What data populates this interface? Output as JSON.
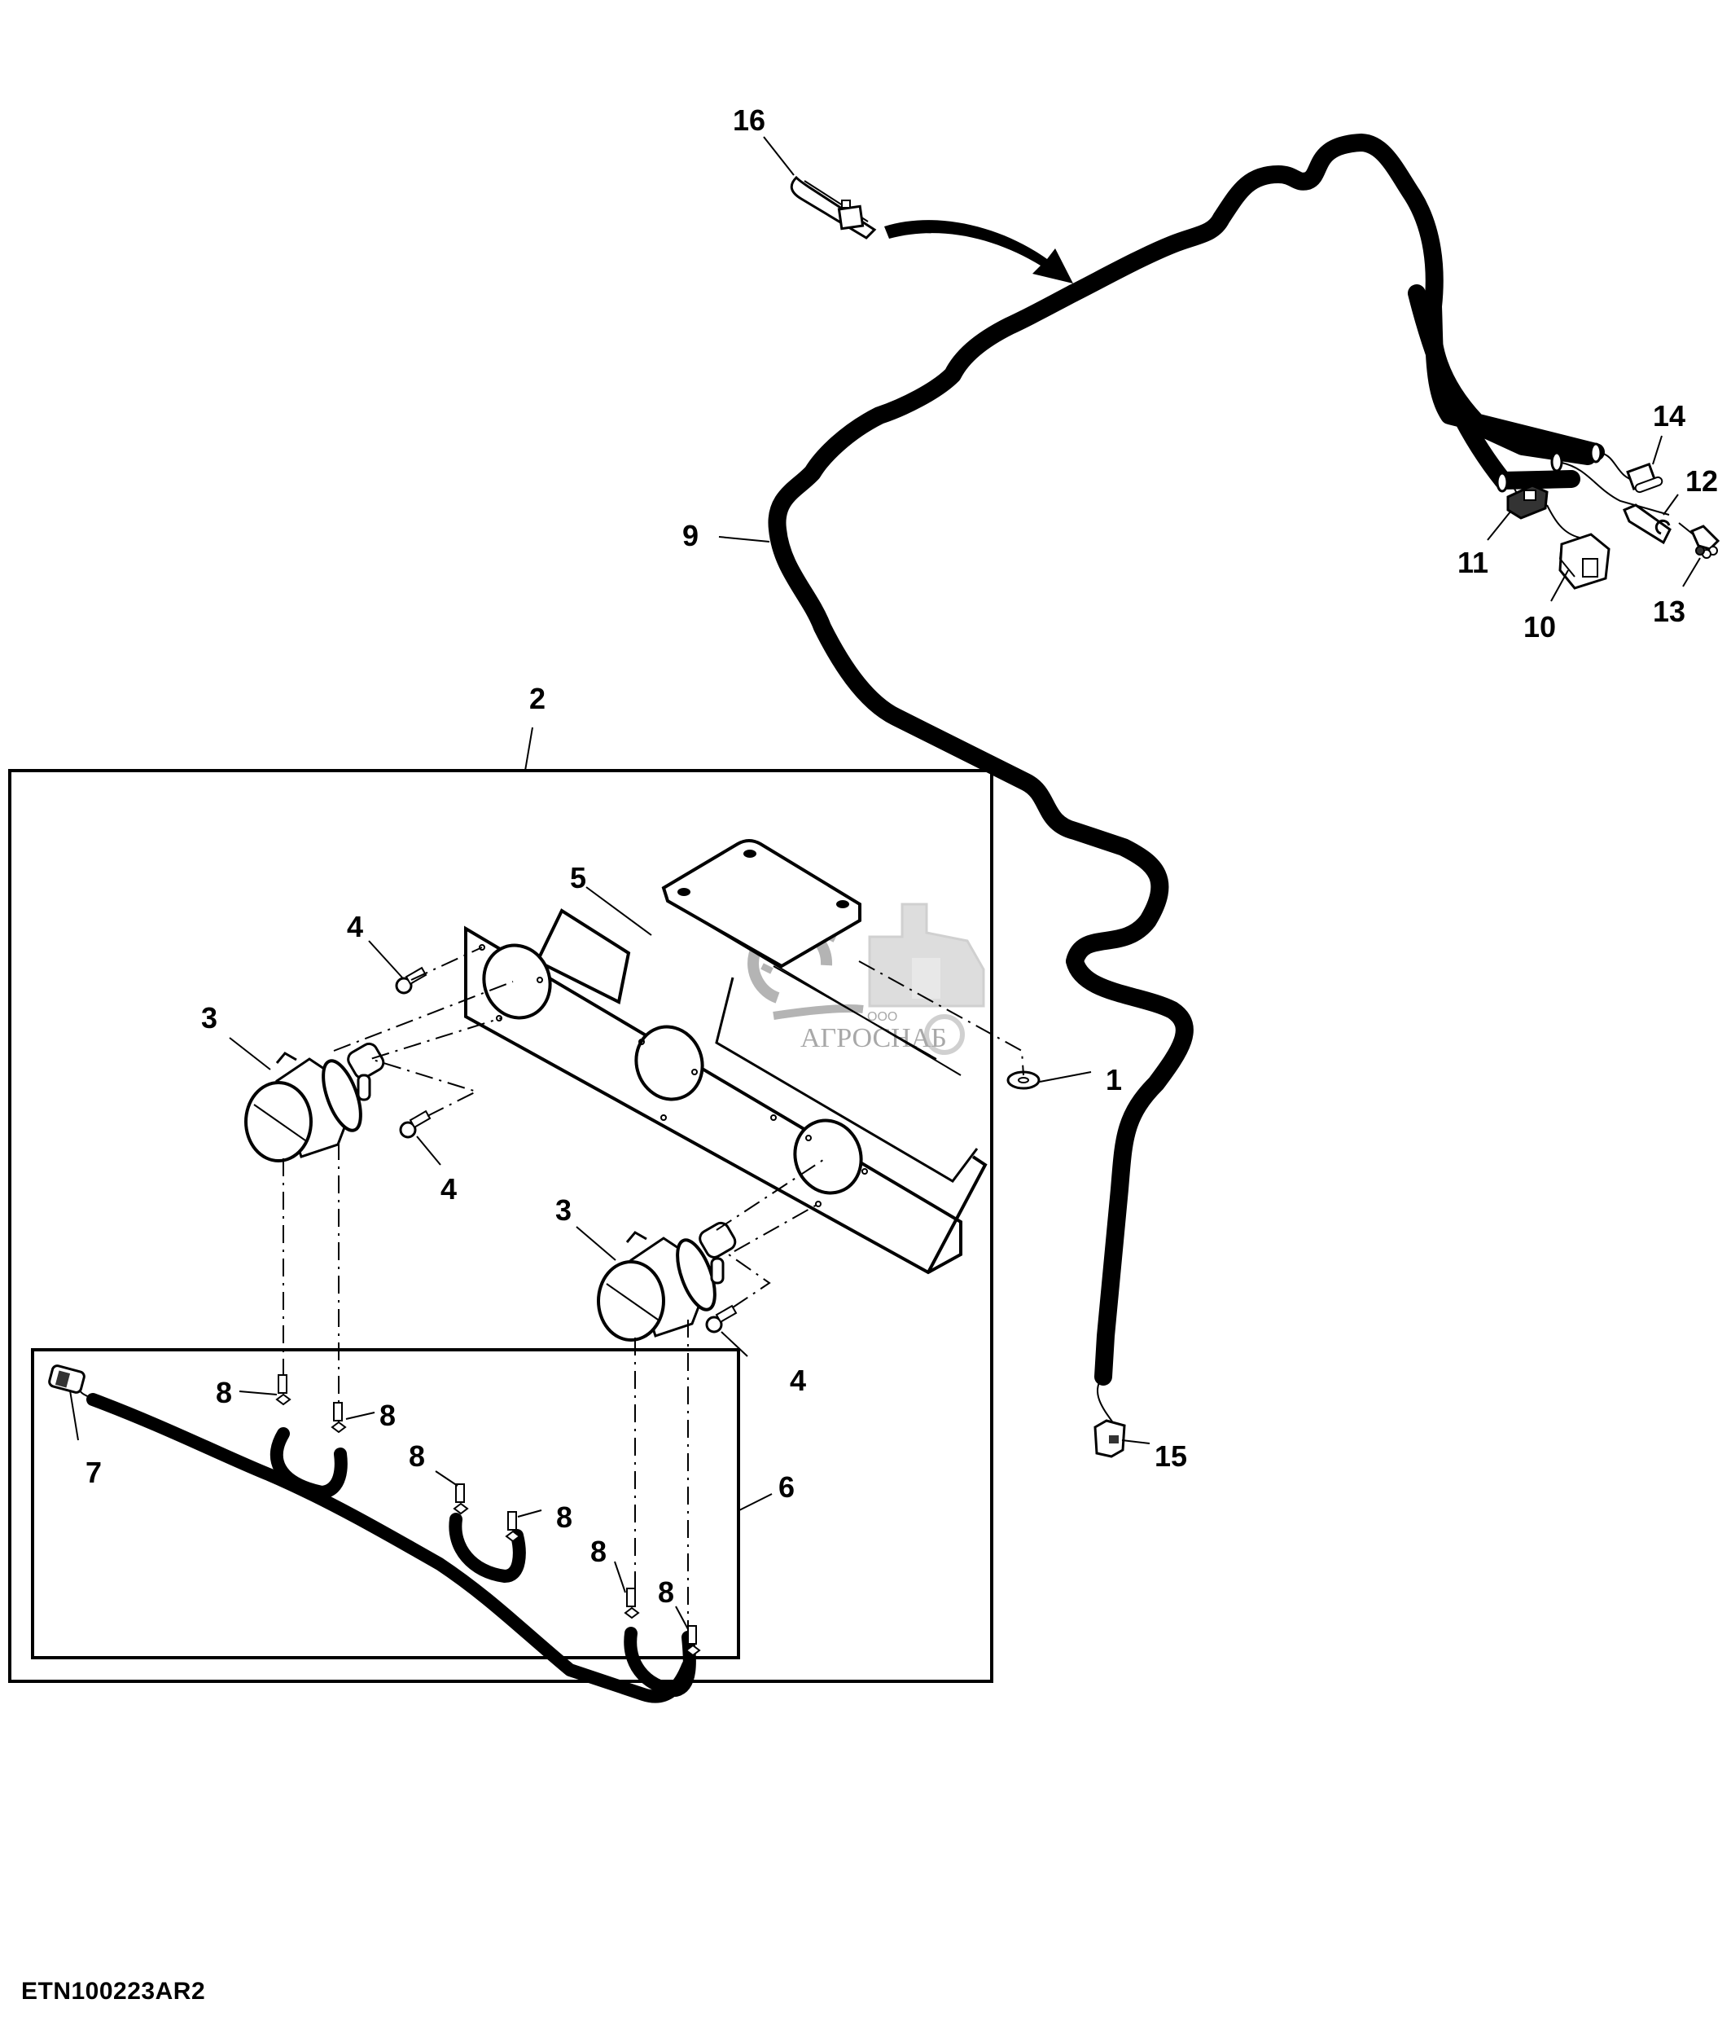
{
  "diagram": {
    "drawing_id": "ETN100223AR2",
    "callouts": {
      "c1": "1",
      "c2": "2",
      "c3a": "3",
      "c3b": "3",
      "c4a": "4",
      "c4b": "4",
      "c4c": "4",
      "c5": "5",
      "c6": "6",
      "c7": "7",
      "c8a": "8",
      "c8b": "8",
      "c8c": "8",
      "c8d": "8",
      "c8e": "8",
      "c8f": "8",
      "c9": "9",
      "c10": "10",
      "c11": "11",
      "c12": "12",
      "c13": "13",
      "c14": "14",
      "c15": "15",
      "c16": "16"
    },
    "parts": [
      {
        "ref": "1",
        "name": "grommet"
      },
      {
        "ref": "2",
        "name": "light-kit-assembly"
      },
      {
        "ref": "3",
        "name": "work-lamp"
      },
      {
        "ref": "4",
        "name": "screw"
      },
      {
        "ref": "5",
        "name": "mounting-bracket"
      },
      {
        "ref": "6",
        "name": "lamp-wiring-harness"
      },
      {
        "ref": "7",
        "name": "harness-connector"
      },
      {
        "ref": "8",
        "name": "terminal"
      },
      {
        "ref": "9",
        "name": "main-wiring-harness"
      },
      {
        "ref": "10",
        "name": "rocker-switch"
      },
      {
        "ref": "11",
        "name": "switch-connector"
      },
      {
        "ref": "12",
        "name": "connector"
      },
      {
        "ref": "13",
        "name": "connector-plug"
      },
      {
        "ref": "14",
        "name": "connector-clip"
      },
      {
        "ref": "15",
        "name": "end-connector"
      },
      {
        "ref": "16",
        "name": "cable-tie"
      }
    ],
    "watermark": {
      "small": "ООО",
      "main": "АГРОСНАБ"
    }
  }
}
